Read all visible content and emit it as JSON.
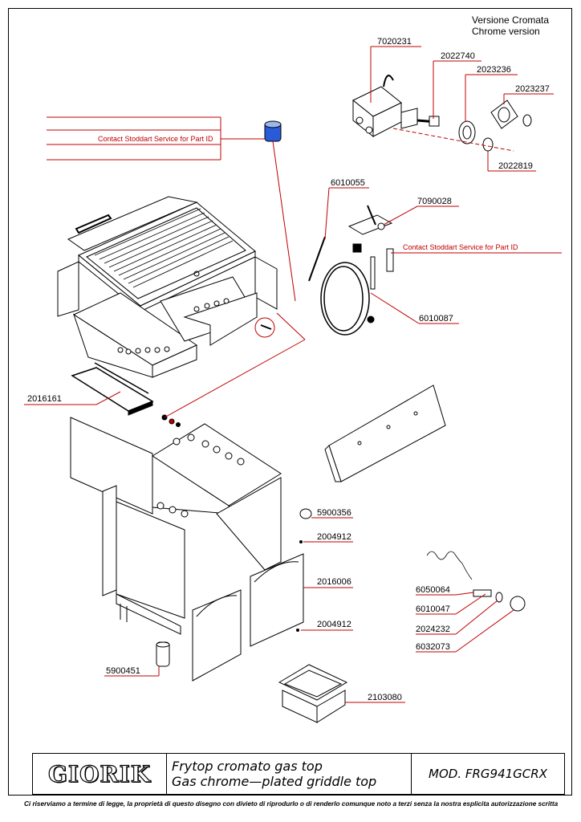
{
  "header": {
    "line1": "Versione  Cromata",
    "line2": "Chrome version"
  },
  "notes": {
    "contact_1": "Contact Stoddart Service for Part ID",
    "contact_2": "Contact Stoddart Service for Part ID"
  },
  "parts": {
    "p7020231": "7020231",
    "p2022740": "2022740",
    "p2023236": "2023236",
    "p2023237": "2023237",
    "p2022819": "2022819",
    "p6010055": "6010055",
    "p7090028": "7090028",
    "p6010087": "6010087",
    "p2016161": "2016161",
    "p5900356": "5900356",
    "p2004912a": "2004912",
    "p2016006": "2016006",
    "p2004912b": "2004912",
    "p5900451": "5900451",
    "p6050064": "6050064",
    "p6010047": "6010047",
    "p2024232": "2024232",
    "p6032073": "6032073",
    "p2103080": "2103080"
  },
  "title_block": {
    "logo": "GIORIK",
    "desc_it": "Frytop cromato gas top",
    "desc_en": "Gas chrome—plated griddle top",
    "model": "MOD.  FRG941GCRX"
  },
  "footer": "Ci riserviamo a termine di legge, la proprietà di questo disegno con divieto di riprodurlo o di renderlo comunque noto a terzi senza la nostra esplicita autorizzazione scritta",
  "colors": {
    "leader": "#c00000",
    "line": "#000000",
    "knob": "#2a5bd7"
  }
}
